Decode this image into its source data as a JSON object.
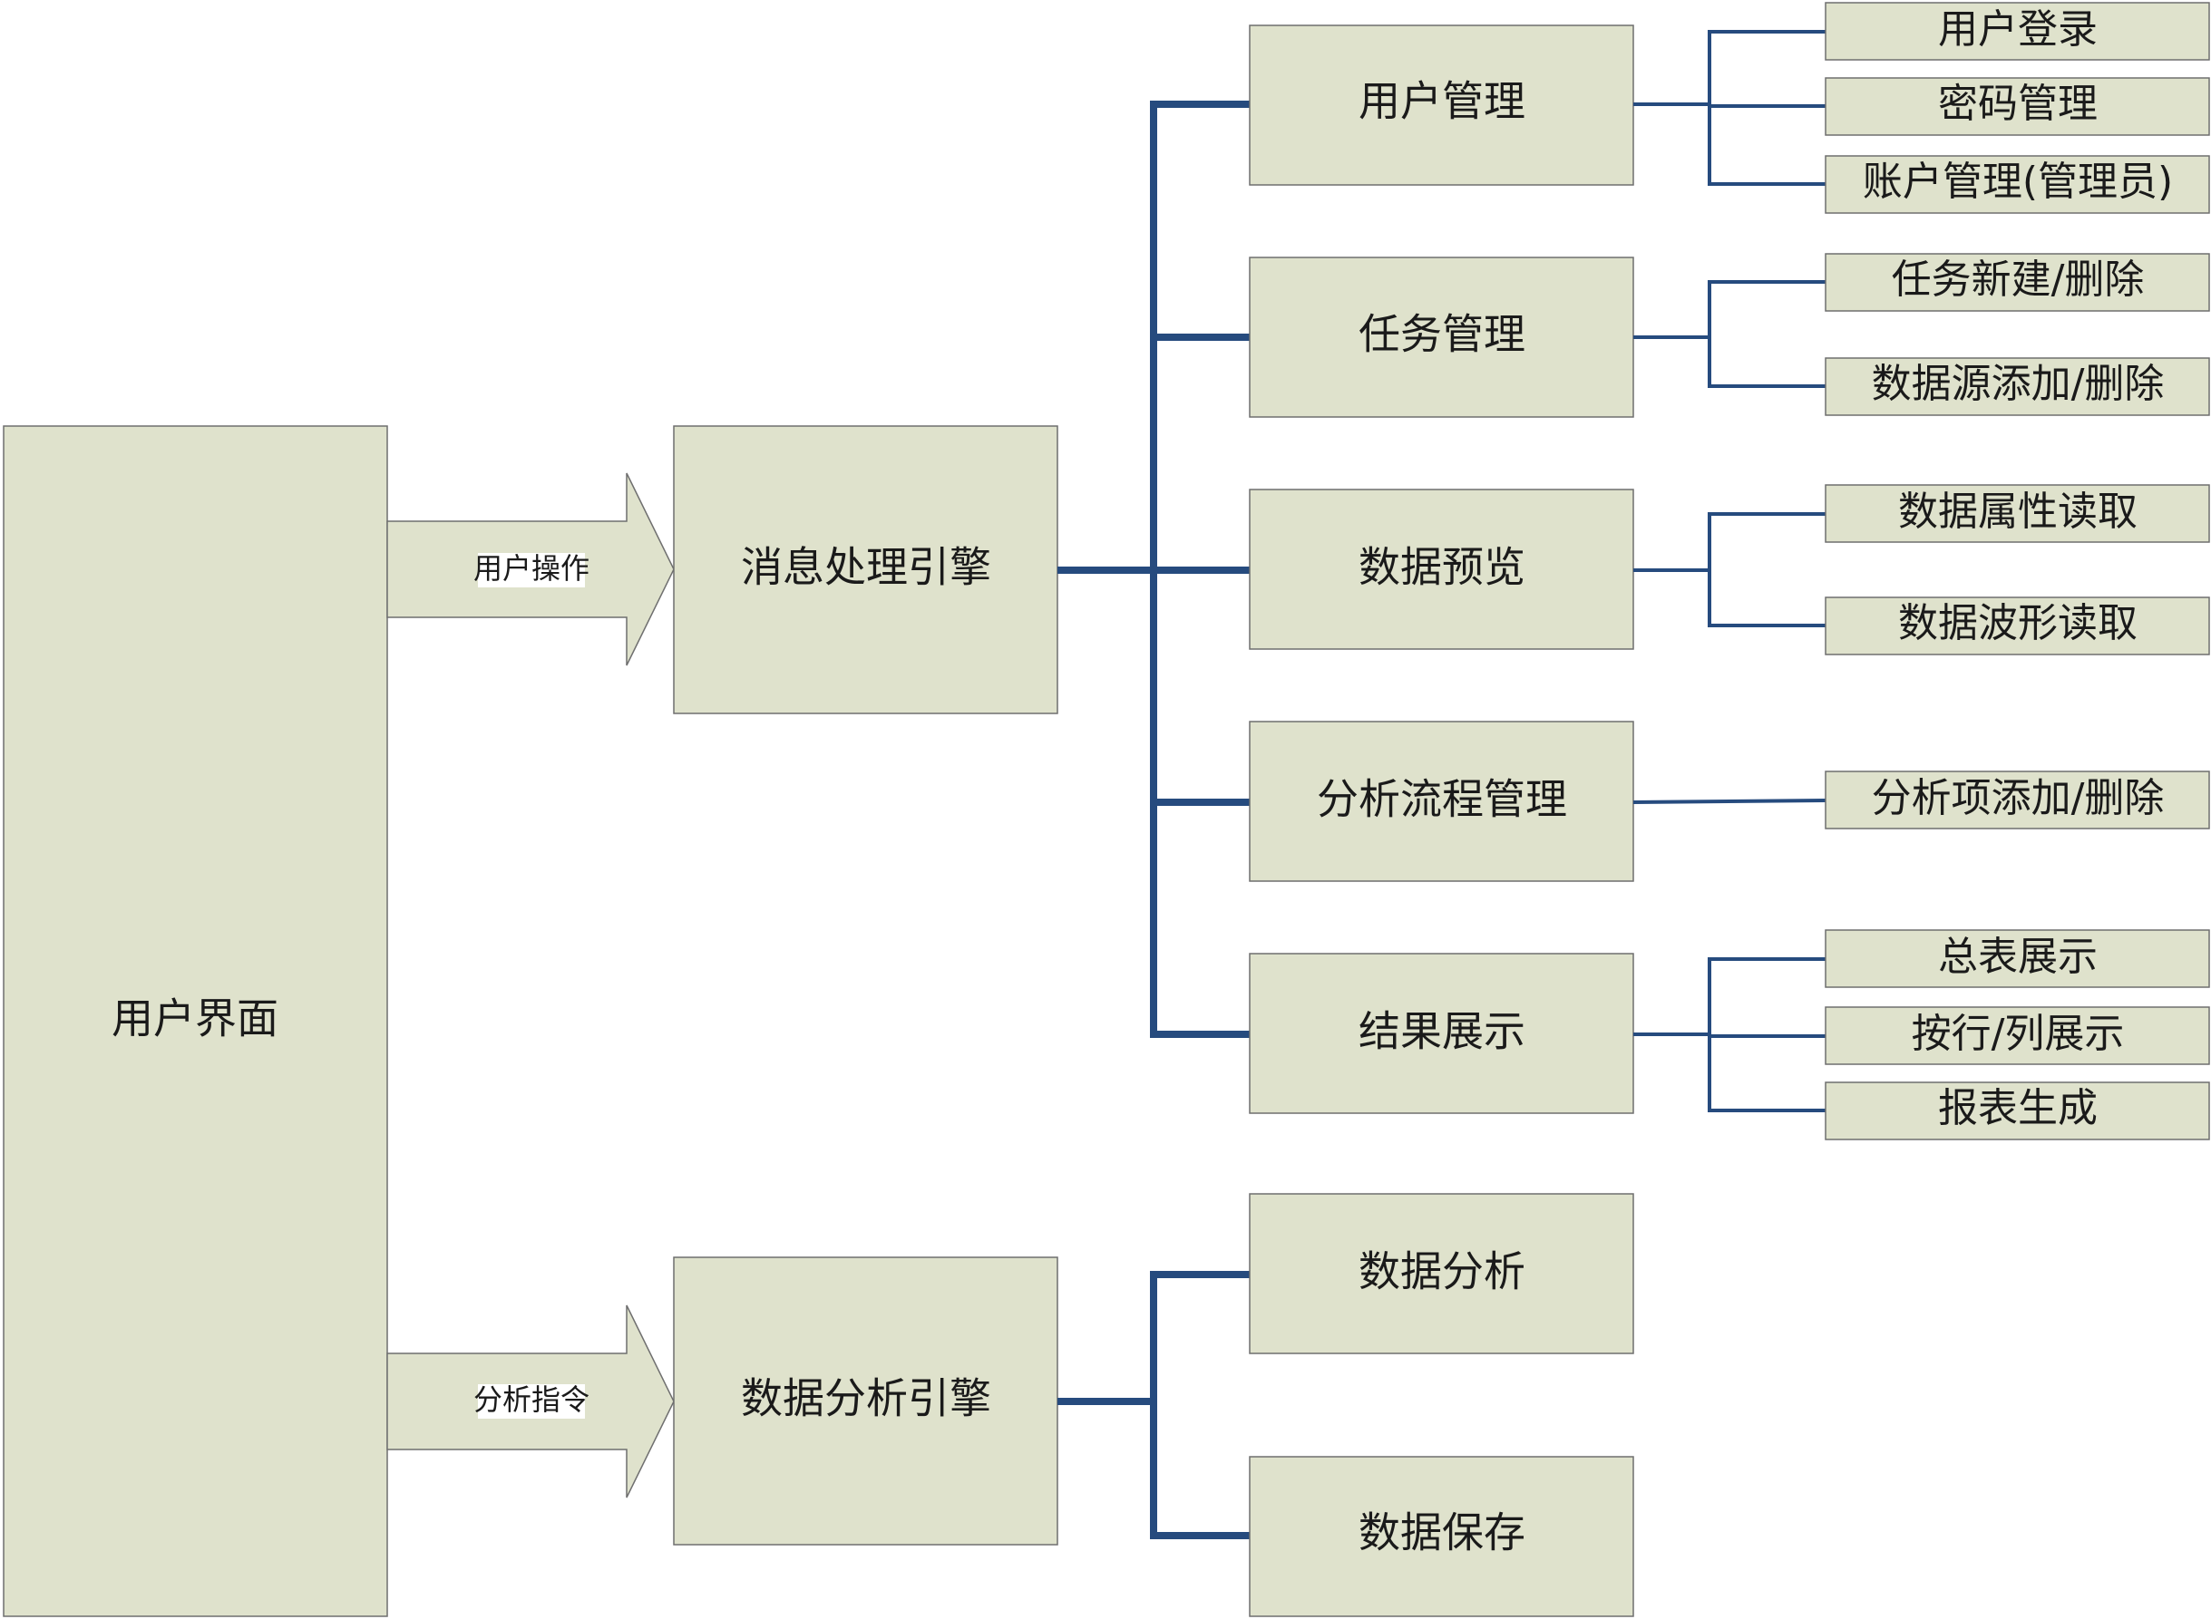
{
  "ui_box": {
    "label": "用户界面"
  },
  "arrows": {
    "user_ops": "用户操作",
    "analysis_cmd": "分析指令"
  },
  "engines": {
    "message": "消息处理引擎",
    "analysis": "数据分析引擎"
  },
  "modules": {
    "user_mgmt": "用户管理",
    "task_mgmt": "任务管理",
    "data_preview": "数据预览",
    "flow_mgmt": "分析流程管理",
    "result_display": "结果展示",
    "data_analysis": "数据分析",
    "data_save": "数据保存"
  },
  "leaves": {
    "user_login": "用户登录",
    "password_mgmt": "密码管理",
    "account_mgmt": "账户管理(管理员)",
    "task_create_delete": "任务新建/删除",
    "datasource_add_delete": "数据源添加/删除",
    "attr_read": "数据属性读取",
    "waveform_read": "数据波形读取",
    "item_add_delete": "分析项添加/删除",
    "summary_display": "总表展示",
    "rowcol_display": "按行/列展示",
    "report_gen": "报表生成"
  }
}
